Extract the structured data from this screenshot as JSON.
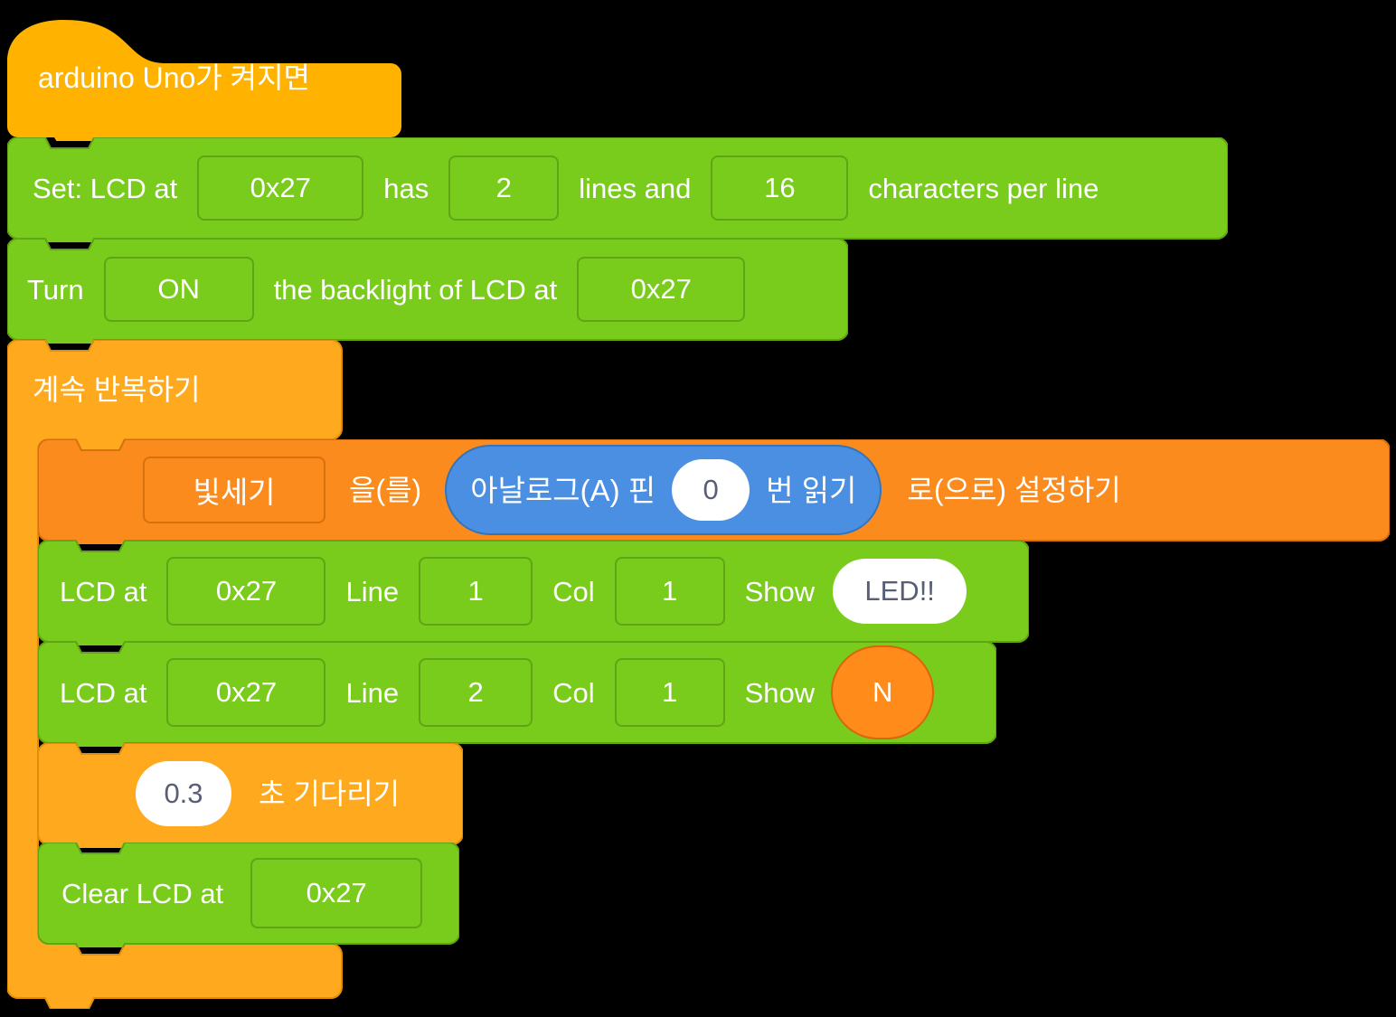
{
  "program": {
    "title": "Arduino LCD block program",
    "colors": {
      "hat": "#FFB300",
      "control": "#FFAA1E",
      "lcd_green": "#79CC1B",
      "variable_orange": "#FA8B1C",
      "sensing_blue": "#4A8FE1",
      "field_text": "#575E75",
      "label_text": "#FFFFFF",
      "background": "#000000"
    },
    "blocks": [
      {
        "id": "hat",
        "type": "hat",
        "category": "events",
        "label": "arduino Uno가 켜지면"
      },
      {
        "id": "lcd-setup",
        "type": "stack",
        "category": "lcd",
        "parts": {
          "t1": "Set: LCD at",
          "addr": "0x27",
          "t2": "has",
          "lines": "2",
          "t3": "lines and",
          "chars": "16",
          "t4": "characters per line"
        }
      },
      {
        "id": "lcd-backlight",
        "type": "stack",
        "category": "lcd",
        "parts": {
          "t1": "Turn",
          "state": "ON",
          "t2": "the backlight of LCD at",
          "addr": "0x27"
        }
      },
      {
        "id": "forever-loop",
        "type": "c-block",
        "category": "control",
        "label": "계속 반복하기",
        "children": [
          {
            "id": "set-variable",
            "type": "stack",
            "category": "variables",
            "parts": {
              "var_name": "빛세기",
              "t1": "을(를)",
              "t2": "로(으로) 설정하기"
            },
            "value": {
              "id": "analog-read",
              "type": "reporter",
              "category": "sensing",
              "parts": {
                "t1": "아날로그(A) 핀",
                "pin": "0",
                "t2": "번 읽기"
              }
            }
          },
          {
            "id": "lcd-show-1",
            "type": "stack",
            "category": "lcd",
            "parts": {
              "t1": "LCD at",
              "addr": "0x27",
              "t2": "Line",
              "line": "1",
              "t3": "Col",
              "col": "1",
              "t4": "Show",
              "text": "LED!!"
            }
          },
          {
            "id": "lcd-show-2",
            "type": "stack",
            "category": "lcd",
            "parts": {
              "t1": "LCD at",
              "addr": "0x27",
              "t2": "Line",
              "line": "2",
              "t3": "Col",
              "col": "1",
              "t4": "Show",
              "variable": "N"
            }
          },
          {
            "id": "wait-block",
            "type": "stack",
            "category": "control",
            "parts": {
              "seconds": "0.3",
              "t1": "초 기다리기"
            }
          },
          {
            "id": "lcd-clear",
            "type": "stack",
            "category": "lcd",
            "parts": {
              "t1": "Clear LCD at",
              "addr": "0x27"
            }
          }
        ]
      }
    ]
  }
}
